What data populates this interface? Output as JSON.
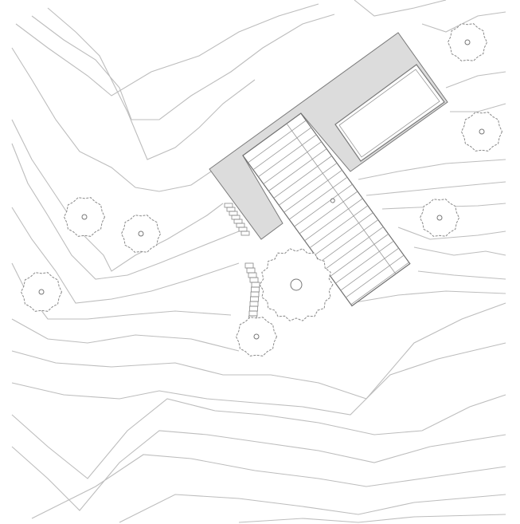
{
  "colors": {
    "background": "#ffffff",
    "contour": "#bdbdbd",
    "building_fill": "#dcdcdc",
    "outline": "#7a7a7a"
  },
  "trees": [
    {
      "id": "tree-1"
    },
    {
      "id": "tree-2"
    },
    {
      "id": "tree-3"
    },
    {
      "id": "tree-4"
    },
    {
      "id": "tree-5"
    },
    {
      "id": "tree-6"
    },
    {
      "id": "tree-7"
    },
    {
      "id": "tree-large"
    }
  ]
}
